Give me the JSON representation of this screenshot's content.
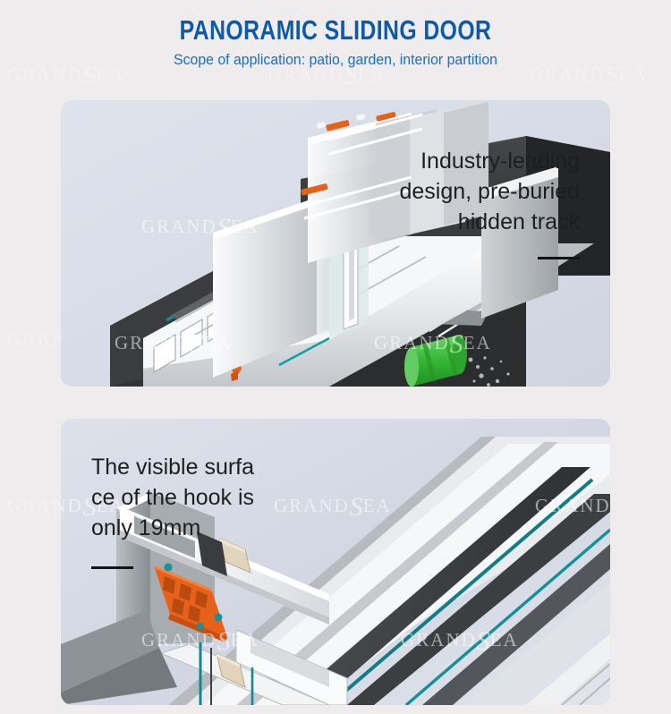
{
  "header": {
    "title": "PANORAMIC SLIDING DOOR",
    "subtitle": "Scope of application: patio, garden, interior partition"
  },
  "watermark": {
    "text_prefix": "GRAND",
    "text_script": "S",
    "text_suffix": "EA"
  },
  "panels": [
    {
      "id": "panel-industry-leading",
      "copy_lines": [
        "Industry-leading",
        "design, pre-buried",
        "hidden track"
      ],
      "align": "right",
      "image_name": "sliding-door-sill-cutaway-render",
      "image_alt": "3D cutaway render of panoramic sliding door hidden floor track with drainage nozzle"
    },
    {
      "id": "panel-visible-surface",
      "copy_lines": [
        "The visible surfa",
        "ce of the hook is",
        "only 19mm"
      ],
      "align": "left",
      "image_name": "interlock-hook-profile-render",
      "image_alt": "3D render close-up of slim 19mm aluminium hook interlock profile with thermal break"
    }
  ],
  "colors": {
    "page_background": "#eeecec",
    "panel_background": "#d2d6e0",
    "title_blue": "#0d5aa7",
    "subtitle_blue": "#1a6fbf",
    "rule_dark": "#141414",
    "accent_orange": "#e8611a",
    "accent_green": "#3cbb3c",
    "accent_teal": "#159a9a"
  }
}
